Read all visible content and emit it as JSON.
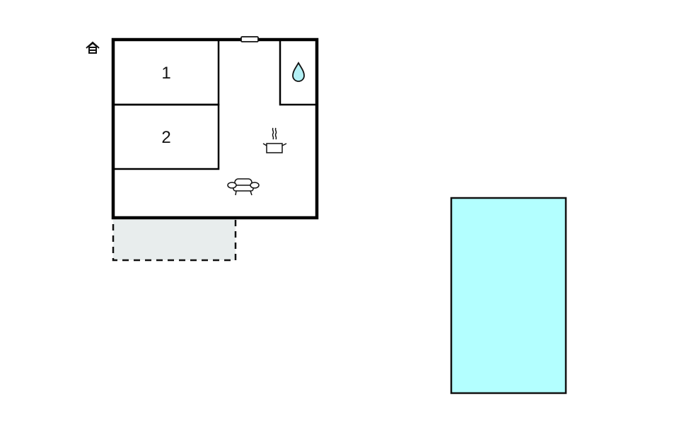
{
  "floorplan": {
    "entrance_icon": "entrance-house-icon",
    "rooms": [
      {
        "id": "bedroom-1",
        "label": "1"
      },
      {
        "id": "bedroom-2",
        "label": "2"
      }
    ],
    "bathroom_icon": "water-drop-icon",
    "kitchen_icon": "cooking-pot-icon",
    "living_icon": "armchair-icon",
    "window": "window-marker",
    "terrace": "terrace-dashed-area",
    "pool": "swimming-pool"
  },
  "colors": {
    "wall": "#000000",
    "pool_fill": "#b3ffff",
    "terrace_fill": "#e8eded",
    "water_drop": "#b3f0f5"
  }
}
